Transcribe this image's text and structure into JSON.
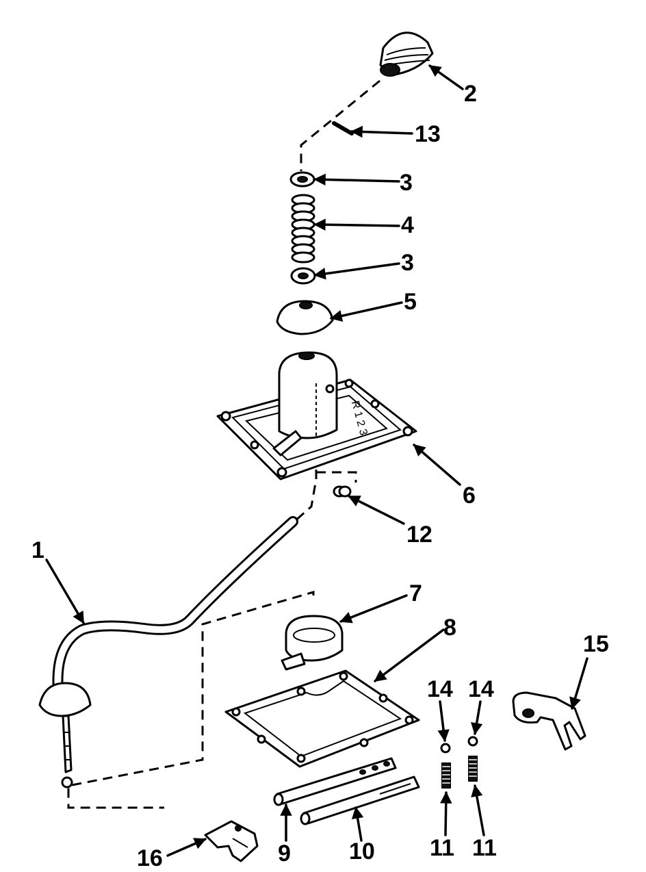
{
  "callouts": [
    {
      "id": "c1",
      "text": "1"
    },
    {
      "id": "c2",
      "text": "2"
    },
    {
      "id": "c3a",
      "text": "3"
    },
    {
      "id": "c3b",
      "text": "3"
    },
    {
      "id": "c4",
      "text": "4"
    },
    {
      "id": "c5",
      "text": "5"
    },
    {
      "id": "c6",
      "text": "6"
    },
    {
      "id": "c7",
      "text": "7"
    },
    {
      "id": "c8",
      "text": "8"
    },
    {
      "id": "c9",
      "text": "9"
    },
    {
      "id": "c10",
      "text": "10"
    },
    {
      "id": "c11a",
      "text": "11"
    },
    {
      "id": "c11b",
      "text": "11"
    },
    {
      "id": "c12",
      "text": "12"
    },
    {
      "id": "c13",
      "text": "13"
    },
    {
      "id": "c14a",
      "text": "14"
    },
    {
      "id": "c14b",
      "text": "14"
    },
    {
      "id": "c15",
      "text": "15"
    },
    {
      "id": "c16",
      "text": "16"
    }
  ],
  "cover_marking": "R 1 2 3"
}
